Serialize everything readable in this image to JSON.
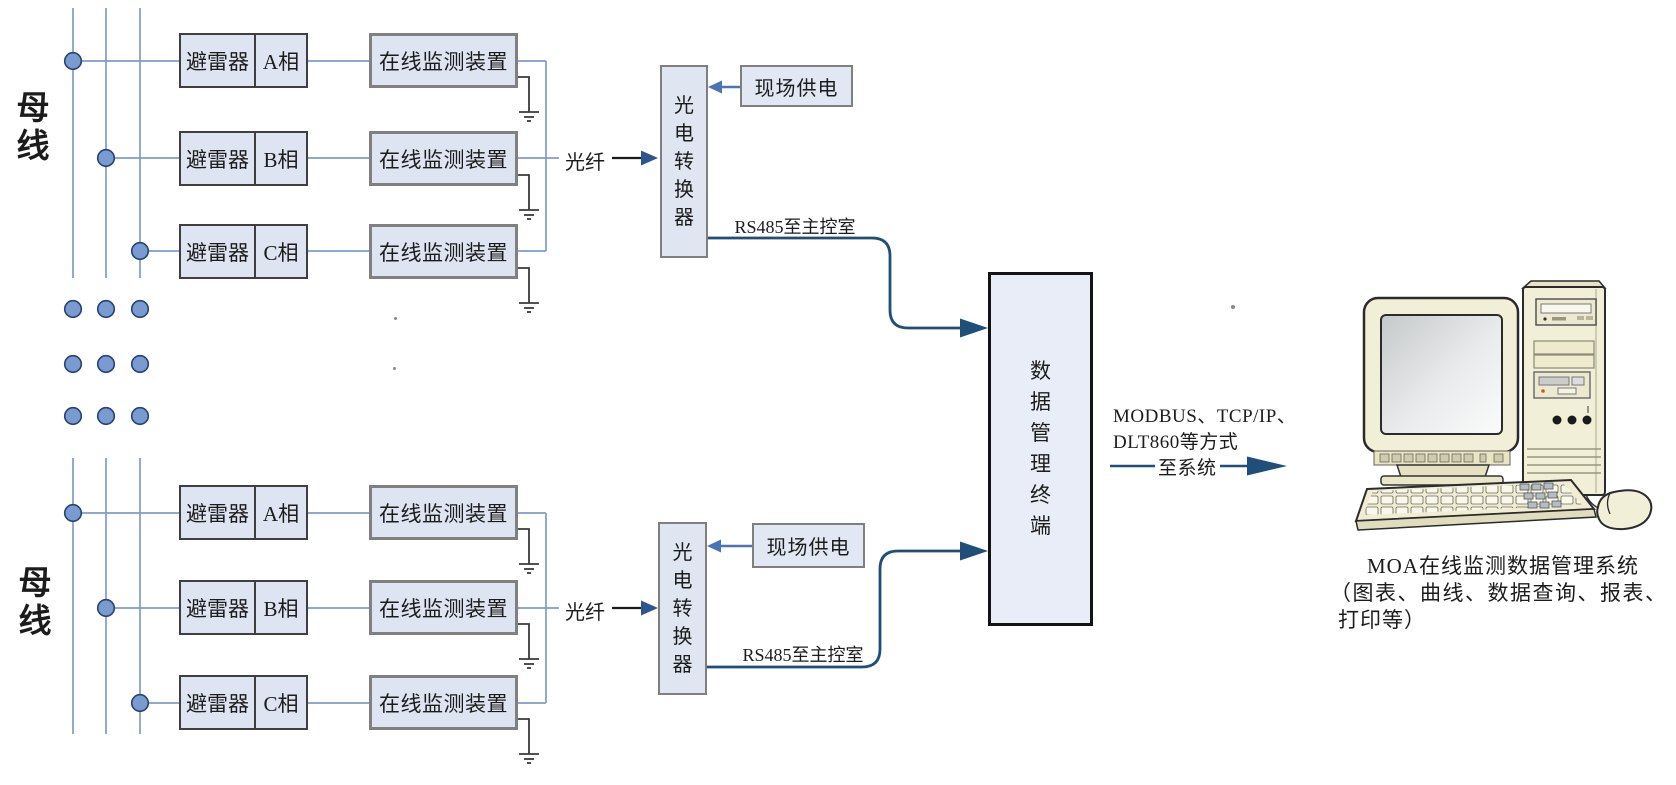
{
  "diagram": {
    "groups": [
      {
        "bus_label": "母线",
        "rows": [
          {
            "arrester": "避雷器",
            "phase": "A相",
            "monitor": "在线监测装置"
          },
          {
            "arrester": "避雷器",
            "phase": "B相",
            "monitor": "在线监测装置"
          },
          {
            "arrester": "避雷器",
            "phase": "C相",
            "monitor": "在线监测装置"
          }
        ],
        "fiber_label": "光纤",
        "converter_label": "光电转换器",
        "power_label": "现场供电",
        "rs485_label": "RS485至主控室"
      },
      {
        "bus_label": "母线",
        "rows": [
          {
            "arrester": "避雷器",
            "phase": "A相",
            "monitor": "在线监测装置"
          },
          {
            "arrester": "避雷器",
            "phase": "B相",
            "monitor": "在线监测装置"
          },
          {
            "arrester": "避雷器",
            "phase": "C相",
            "monitor": "在线监测装置"
          }
        ],
        "fiber_label": "光纤",
        "converter_label": "光电转换器",
        "power_label": "现场供电",
        "rs485_label": "RS485至主控室"
      }
    ],
    "terminal_label": "数据管理终端",
    "system_link": {
      "line1": "MODBUS、TCP/IP、",
      "line2": "DLT860等方式",
      "line3": "至系统"
    },
    "computer_caption": {
      "line1": "MOA在线监测数据管理系统",
      "line2": "（图表、曲线、数据查询、报表、",
      "line3": "打印等）"
    },
    "colors": {
      "box_fill": "#dee4f1",
      "thin_line": "#7f9cc9",
      "navy_arrow": "#1f4e79",
      "power_arrow": "#4a74b4",
      "dot_fill": "#7a9ad2"
    }
  }
}
